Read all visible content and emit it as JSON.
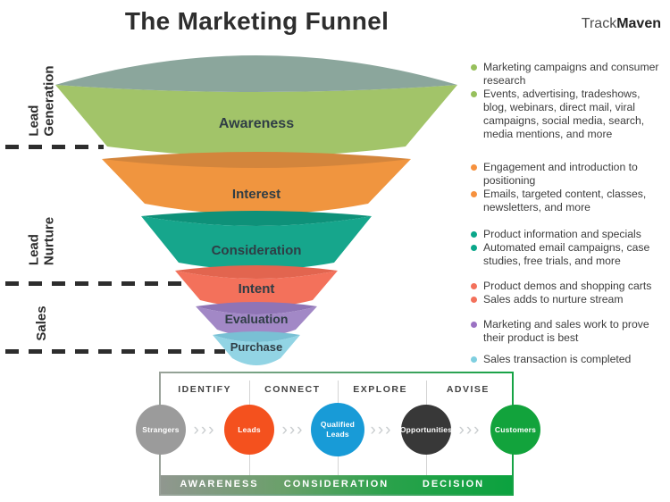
{
  "header": {
    "title": "The Marketing Funnel",
    "brand_track": "Track",
    "brand_maven": "Maven"
  },
  "left_rail": {
    "groups": [
      {
        "lines": [
          "Lead",
          "Generation"
        ]
      },
      {
        "lines": [
          "Lead",
          "Nurture"
        ]
      },
      {
        "lines": [
          "Sales"
        ]
      }
    ]
  },
  "funnel": {
    "stages": [
      {
        "label": "Awareness",
        "color": "#a2c469",
        "rim_color": "#8ba69c"
      },
      {
        "label": "Interest",
        "color": "#f0953f",
        "rim_color": "#d3853c"
      },
      {
        "label": "Consideration",
        "color": "#16a68c",
        "rim_color": "#0e9179"
      },
      {
        "label": "Intent",
        "color": "#f3715b",
        "rim_color": "#e2654f"
      },
      {
        "label": "Evaluation",
        "color": "#a288c6",
        "rim_color": "#8f74b5"
      },
      {
        "label": "Purchase",
        "color": "#92d4e4",
        "rim_color": "#79c0d4"
      }
    ]
  },
  "bullets": {
    "groups": [
      {
        "color": "#97c05c",
        "items": [
          "Marketing campaigns and consumer research",
          "Events, advertising, tradeshows, blog, webinars, direct mail, viral campaigns, social media, search, media mentions, and more"
        ]
      },
      {
        "color": "#f6913e",
        "items": [
          "Engagement and introduction to positioning",
          "Emails, targeted content, classes, newsletters, and more"
        ]
      },
      {
        "color": "#0aa78a",
        "items": [
          "Product information and specials",
          "Automated email campaigns, case studies, free trials, and more"
        ]
      },
      {
        "color": "#f3715b",
        "items": [
          "Product demos and shopping carts",
          "Sales adds to nurture stream"
        ]
      },
      {
        "color": "#9b72c3",
        "items": [
          "Marketing and sales work to prove their product is best"
        ]
      },
      {
        "color": "#7fcfe0",
        "items": [
          "Sales transaction is completed"
        ]
      }
    ]
  },
  "journey": {
    "phases": [
      "IDENTIFY",
      "CONNECT",
      "EXPLORE",
      "ADVISE"
    ],
    "nodes": [
      {
        "label": "Strangers",
        "color": "#9b9b9b"
      },
      {
        "label": "Leads",
        "color": "#f4511e"
      },
      {
        "label": "Qualified Leads",
        "color": "#189bd7"
      },
      {
        "label": "Opportunities",
        "color": "#383838"
      },
      {
        "label": "Customers",
        "color": "#12a33c"
      }
    ],
    "chevron": "›››",
    "bar_segments": [
      "AWARENESS",
      "CONSIDERATION",
      "DECISION"
    ],
    "bar_colors": {
      "start": "#90978f",
      "end": "#0ba23f"
    }
  }
}
